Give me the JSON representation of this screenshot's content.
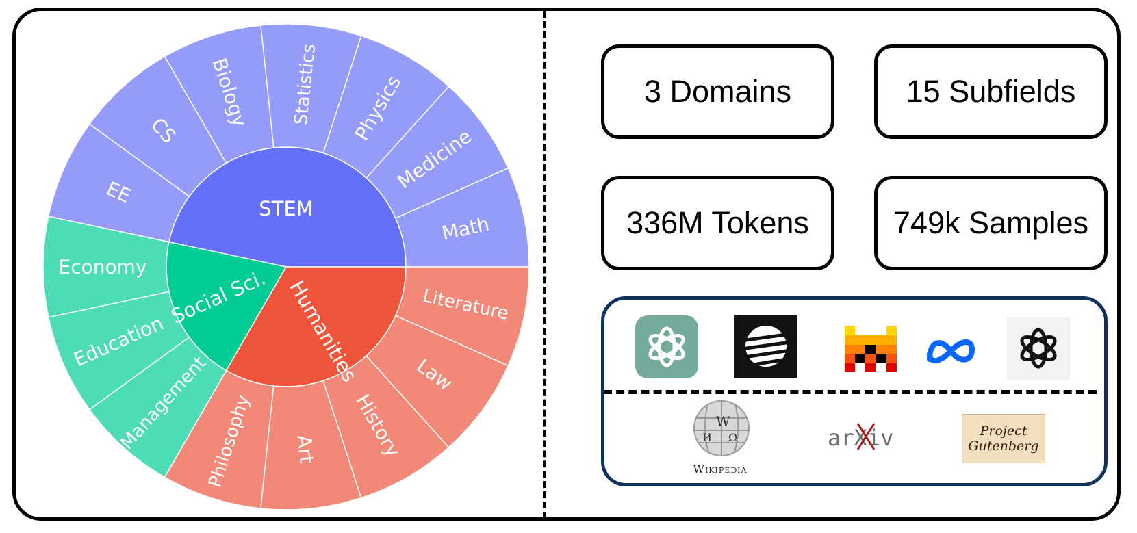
{
  "sunburst": {
    "inner": [
      {
        "label": "STEM",
        "value": 7,
        "color": "#6570f8"
      },
      {
        "label": "Social Sci.",
        "value": 3,
        "color": "#00cc96"
      },
      {
        "label": "Humanities",
        "value": 5,
        "color": "#ef553b"
      }
    ],
    "outer": [
      {
        "label": "Math",
        "parent": "STEM",
        "color": "#949bf9"
      },
      {
        "label": "Medicine",
        "parent": "STEM",
        "color": "#949bf9"
      },
      {
        "label": "Physics",
        "parent": "STEM",
        "color": "#949bf9"
      },
      {
        "label": "Statistics",
        "parent": "STEM",
        "color": "#949bf9"
      },
      {
        "label": "Biology",
        "parent": "STEM",
        "color": "#949bf9"
      },
      {
        "label": "CS",
        "parent": "STEM",
        "color": "#949bf9"
      },
      {
        "label": "EE",
        "parent": "STEM",
        "color": "#949bf9"
      },
      {
        "label": "Philosophy",
        "parent": "Humanities",
        "color": "#f28877"
      },
      {
        "label": "Art",
        "parent": "Humanities",
        "color": "#f28877"
      },
      {
        "label": "History",
        "parent": "Humanities",
        "color": "#f28877"
      },
      {
        "label": "Law",
        "parent": "Humanities",
        "color": "#f28877"
      },
      {
        "label": "Literature",
        "parent": "Humanities",
        "color": "#f28877"
      },
      {
        "label": "Economy",
        "parent": "Social Sci.",
        "color": "#4ddcb6"
      },
      {
        "label": "Education",
        "parent": "Social Sci.",
        "color": "#4ddcb6"
      },
      {
        "label": "Management",
        "parent": "Social Sci.",
        "color": "#4ddcb6"
      }
    ]
  },
  "stats": {
    "domains": "3 Domains",
    "subfields": "15 Subfields",
    "tokens": "336M Tokens",
    "samples": "749k Samples"
  },
  "sources": {
    "wikipedia_label": "Wikipedia",
    "arxiv_label": "arXiv",
    "gutenberg_line1": "Project",
    "gutenberg_line2": "Gutenberg"
  },
  "icons": [
    "chatgpt-icon",
    "cohere-icon",
    "mistral-icon",
    "meta-icon",
    "openai-icon",
    "wikipedia-icon",
    "arxiv-icon",
    "gutenberg-icon"
  ]
}
